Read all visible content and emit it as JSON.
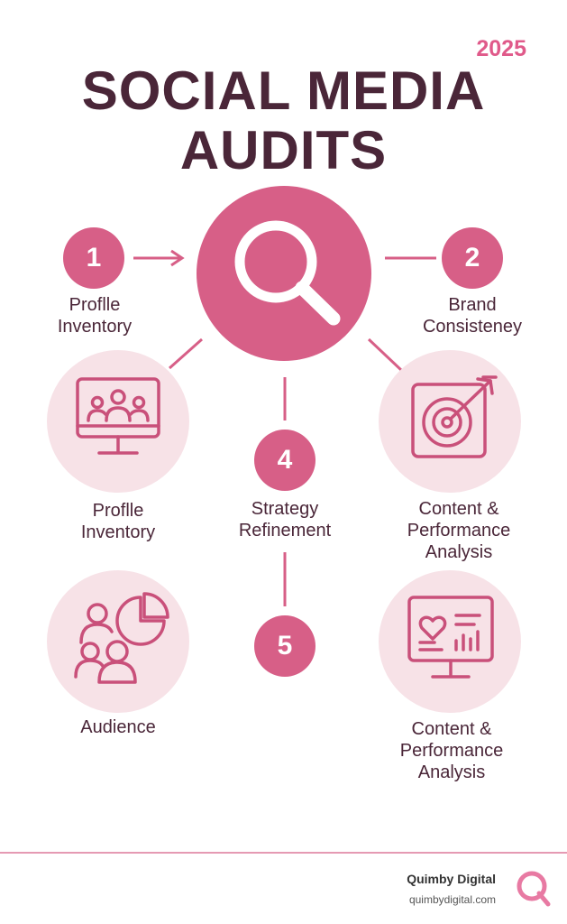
{
  "header": {
    "year": "2025",
    "title_line1": "SOCIAL MEDIA",
    "title_line2": "AUDITS"
  },
  "steps": [
    {
      "number": "1",
      "label_line1": "Proflle",
      "label_line2": "Inventory"
    },
    {
      "number": "2",
      "label_line1": "Brand",
      "label_line2": "Consisteney"
    },
    {
      "number": "4",
      "label_line1": "Strategy",
      "label_line2": "Refinement"
    },
    {
      "number": "5"
    }
  ],
  "cards": [
    {
      "icon": "monitor-people-icon",
      "label_line1": "Proflle",
      "label_line2": "Inventory"
    },
    {
      "icon": "target-icon",
      "label_line1": "Content &",
      "label_line2": "Performance",
      "label_line3": "Analysis"
    },
    {
      "icon": "audience-pie-icon",
      "label_line1": "Audience"
    },
    {
      "icon": "analytics-monitor-icon",
      "label_line1": "Content &",
      "label_line2": "Performance",
      "label_line3": "Analysis"
    }
  ],
  "center_icon": "magnifier-icon",
  "footer": {
    "brand": "Quimby Digital",
    "website": "quimbydigital.com",
    "logo_icon": "q-logo-icon"
  },
  "colors": {
    "accent": "#d75f87",
    "pale": "#f7e2e7",
    "title": "#4a2638",
    "year": "#e05a8a"
  }
}
